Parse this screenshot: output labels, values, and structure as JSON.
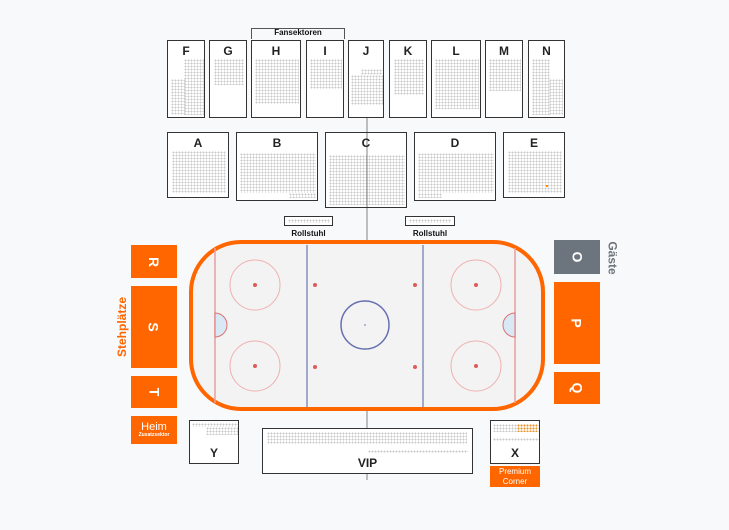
{
  "colors": {
    "accent": "#ff6600",
    "guest": "#6c757d",
    "rink_border": "#ff6600"
  },
  "top_row": [
    {
      "id": "F",
      "label": "F"
    },
    {
      "id": "G",
      "label": "G"
    },
    {
      "id": "H",
      "label": "H"
    },
    {
      "id": "I",
      "label": "I"
    },
    {
      "id": "J",
      "label": "J"
    },
    {
      "id": "K",
      "label": "K"
    },
    {
      "id": "L",
      "label": "L"
    },
    {
      "id": "M",
      "label": "M"
    },
    {
      "id": "N",
      "label": "N"
    }
  ],
  "fansektoren_label": "Fansektoren",
  "middle_row": [
    {
      "id": "A",
      "label": "A"
    },
    {
      "id": "B",
      "label": "B"
    },
    {
      "id": "C",
      "label": "C"
    },
    {
      "id": "D",
      "label": "D"
    },
    {
      "id": "E",
      "label": "E"
    }
  ],
  "rollstuhl": [
    "Rollstuhl",
    "Rollstuhl"
  ],
  "standing": {
    "title": "Stehplätze",
    "blocks": [
      "R",
      "S",
      "T"
    ],
    "heim": "Heim",
    "heim_sub": "Zusatzsektor"
  },
  "guest": {
    "title": "Gäste",
    "block": "O"
  },
  "right_blocks": [
    "P",
    "Q"
  ],
  "bottom": {
    "y": "Y",
    "vip": "VIP",
    "x": "X",
    "premium": "Premium Corner"
  }
}
